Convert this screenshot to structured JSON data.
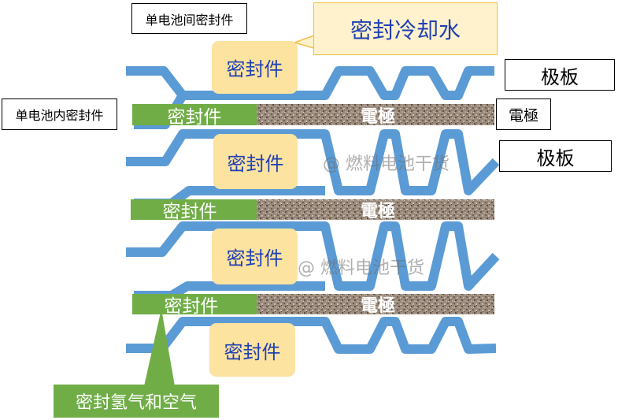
{
  "labels": {
    "inter_cell_seal": "单电池间密封件",
    "intra_cell_seal": "单电池内密封件",
    "coolant_seal": "密封冷却水",
    "plate_1": "极板",
    "plate_2": "极板",
    "electrode_side": "電極",
    "seal_gas": "密封氢气和空气"
  },
  "gaskets": [
    "密封件",
    "密封件",
    "密封件",
    "密封件"
  ],
  "electrode_layers": [
    {
      "seal": "密封件",
      "electrode": "電極"
    },
    {
      "seal": "密封件",
      "electrode": "電極"
    },
    {
      "seal": "密封件",
      "electrode": "電極"
    }
  ],
  "watermarks": [
    "@ 燃料电池干货",
    "@ 燃料电池干货"
  ],
  "colors": {
    "plate": "#5b9bd5",
    "seal_green": "#70ad47",
    "gasket": "#fde3a0",
    "callout_fill": "#fff2cc",
    "callout_border": "#f2c040",
    "electrode": "#9a8a7c"
  }
}
